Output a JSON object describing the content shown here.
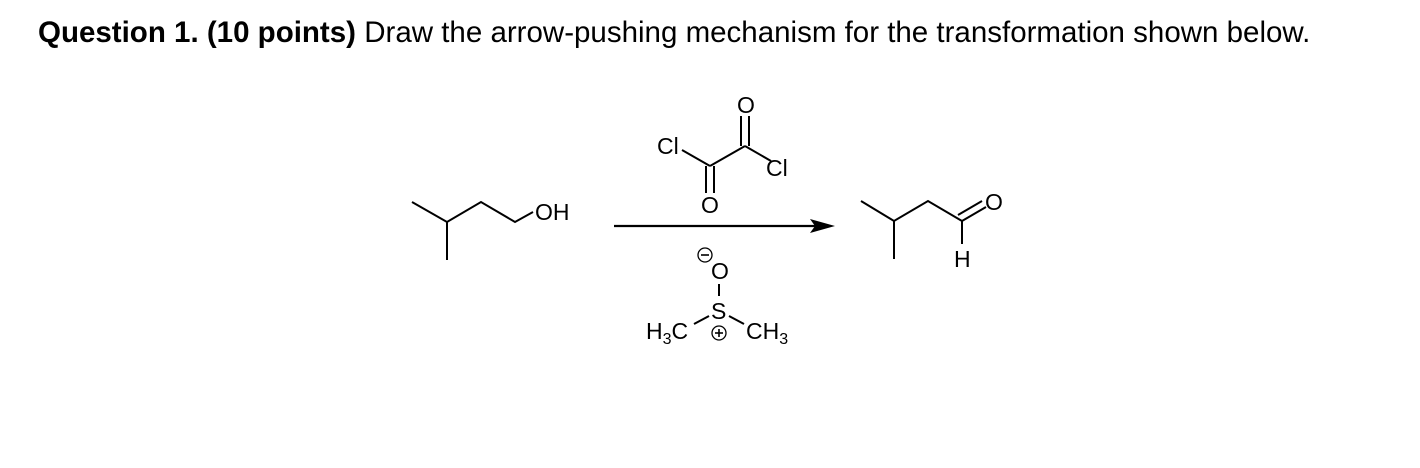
{
  "question": {
    "number_label": "Question 1.",
    "points_label": "(10 points)",
    "prompt": "Draw the arrow-pushing mechanism for the transformation shown below."
  },
  "scheme": {
    "starting_material": {
      "name": "3-methylbutan-1-ol",
      "label_OH": "OH"
    },
    "reagent_above_arrow": {
      "name": "oxalyl chloride",
      "label_Cl_left": "Cl",
      "label_Cl_right": "Cl",
      "label_O_top": "O",
      "label_O_bottom": "O"
    },
    "reagent_below_arrow": {
      "name": "dimethyl sulfoxide (zwitterion form)",
      "label_O": "O",
      "label_S": "S",
      "label_H3C": "H",
      "label_H3C_sub": "3",
      "label_H3C_C": "C",
      "label_CH3_C": "CH",
      "label_CH3_sub": "3",
      "charge_O": "−",
      "charge_S": "+"
    },
    "product": {
      "name": "3-methylbutanal",
      "label_O": "O",
      "label_H": "H"
    }
  }
}
